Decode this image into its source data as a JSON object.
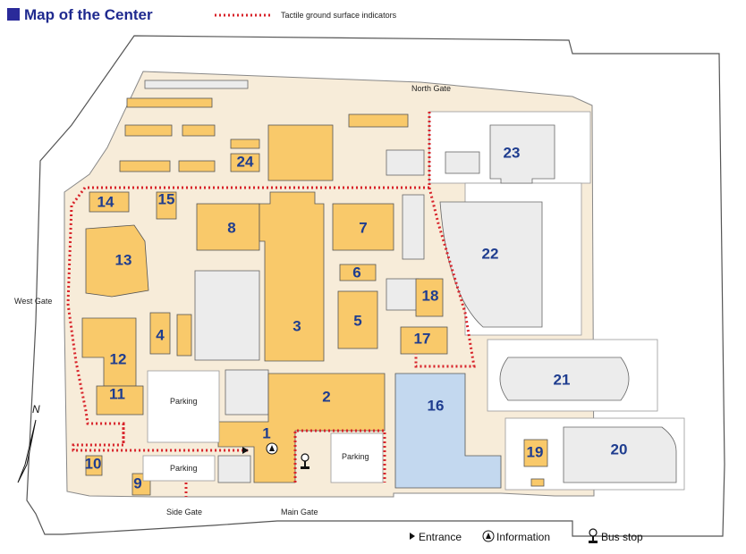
{
  "title": "Map of the Center",
  "tactile_legend": "Tactile ground surface indicators",
  "gates": {
    "north": "North Gate",
    "west": "West Gate",
    "side": "Side Gate",
    "main": "Main Gate"
  },
  "parking_label": "Parking",
  "buildings": [
    "1",
    "2",
    "3",
    "4",
    "5",
    "6",
    "7",
    "8",
    "9",
    "10",
    "11",
    "12",
    "13",
    "14",
    "15",
    "16",
    "17",
    "18",
    "19",
    "20",
    "21",
    "22",
    "23",
    "24"
  ],
  "compass": "N",
  "legend": {
    "entrance": "Entrance",
    "information": "Information",
    "bus_stop": "Bus stop"
  },
  "colors": {
    "campus": "#f7ecd9",
    "building": "#f9c96a",
    "gray_building": "#ececec",
    "blue_building": "#c3d8ef",
    "tactile": "#d8232a",
    "title_square": "#2a2a9a"
  }
}
